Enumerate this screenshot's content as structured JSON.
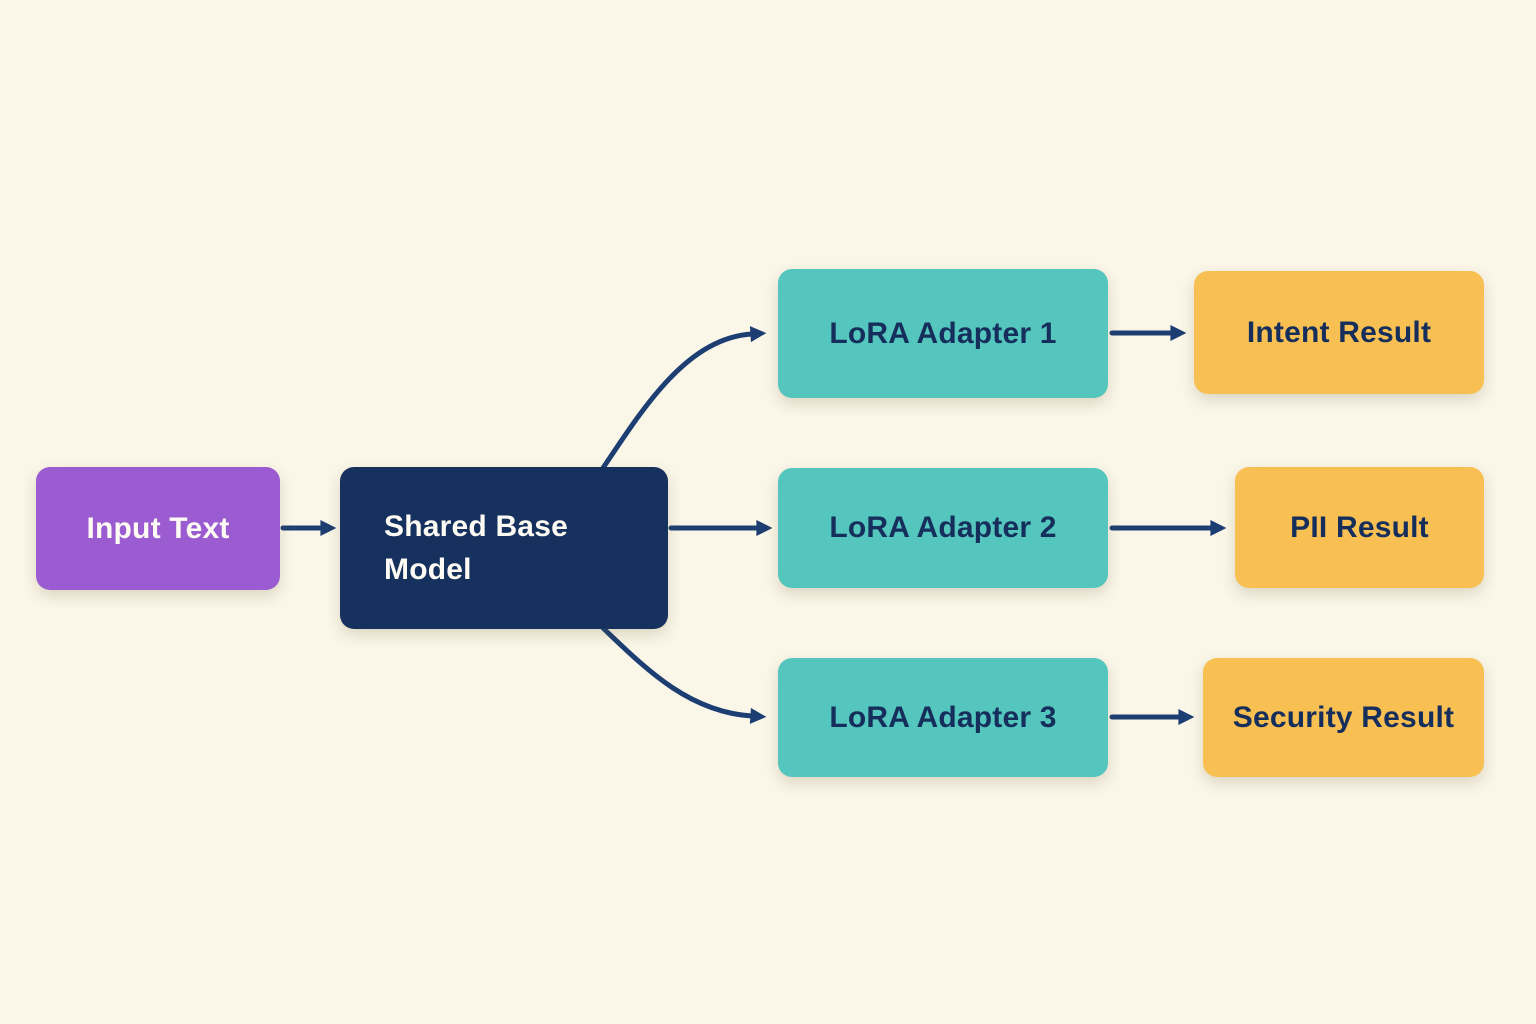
{
  "colors": {
    "bg": "#FAF6E8",
    "purple": "#9C5CD1",
    "navy": "#16315E",
    "teal": "#54C6BD",
    "amber": "#F8C053",
    "arrow": "#1C3E72",
    "text_dark": "#152E5B",
    "text_light": "#FDFBF4"
  },
  "nodes": {
    "input": {
      "label": "Input Text"
    },
    "base": {
      "label": "Shared Base Model"
    },
    "adapter1": {
      "label": "LoRA Adapter 1"
    },
    "adapter2": {
      "label": "LoRA Adapter 2"
    },
    "adapter3": {
      "label": "LoRA Adapter 3"
    },
    "result1": {
      "label": "Intent Result"
    },
    "result2": {
      "label": "PII Result"
    },
    "result3": {
      "label": "Security Result"
    }
  },
  "edges": [
    {
      "from": "input",
      "to": "base"
    },
    {
      "from": "base",
      "to": "adapter1"
    },
    {
      "from": "base",
      "to": "adapter2"
    },
    {
      "from": "base",
      "to": "adapter3"
    },
    {
      "from": "adapter1",
      "to": "result1"
    },
    {
      "from": "adapter2",
      "to": "result2"
    },
    {
      "from": "adapter3",
      "to": "result3"
    }
  ]
}
